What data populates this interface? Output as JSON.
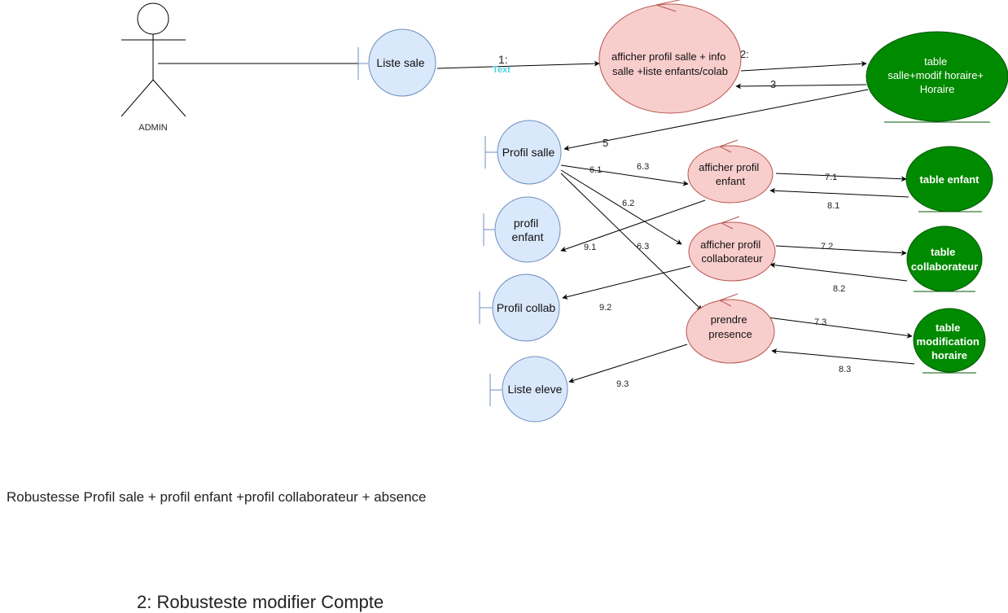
{
  "actor": {
    "label": "ADMIN"
  },
  "boundaries": {
    "liste_sale": "Liste sale",
    "profil_salle": "Profil salle",
    "profil_enfant": [
      "profil",
      "enfant"
    ],
    "profil_collab": "Profil collab",
    "liste_eleve": "Liste eleve"
  },
  "controls": {
    "afficher_profil_salle": [
      "afficher profil salle + info",
      "salle +liste enfants/colab"
    ],
    "afficher_profil_enfant": [
      "afficher  profil",
      "enfant"
    ],
    "afficher_profil_collaborateur": [
      "afficher profil",
      "collaborateur"
    ],
    "prendre_presence": [
      "prendre",
      "presence"
    ]
  },
  "entities": {
    "table_salle": [
      "table",
      "salle+modif horaire+",
      "Horaire"
    ],
    "table_enfant": [
      "table enfant"
    ],
    "table_collaborateur": [
      "table",
      "collaborateur"
    ],
    "table_modification_horaire": [
      "table",
      "modification",
      "horaire"
    ]
  },
  "edge_labels": {
    "e1": "1:",
    "e1_note": "Text",
    "e2": "2:",
    "e3": "3",
    "e5": "5",
    "e61": "6.1",
    "e63a": "6.3",
    "e62": "6.2",
    "e63b": "6.3",
    "e71": "7.1",
    "e72": "7.2",
    "e73": "7.3",
    "e81": "8.1",
    "e82": "8.2",
    "e83": "8.3",
    "e91": "9.1",
    "e92": "9.2",
    "e93": "9.3"
  },
  "captions": {
    "robustesse_profil": "Robustesse Profil sale + profil enfant +profil collaborateur + absence",
    "robustesse_compte": "2: Robusteste  modifier Compte"
  },
  "colors": {
    "boundary_fill": "#dae8fc",
    "boundary_stroke": "#6c8ebf",
    "control_fill": "#f8cecc",
    "control_stroke": "#b85450",
    "entity_fill": "#008a00",
    "entity_stroke": "#005700",
    "edge": "#000000",
    "note_text": "#4ad3e3"
  }
}
